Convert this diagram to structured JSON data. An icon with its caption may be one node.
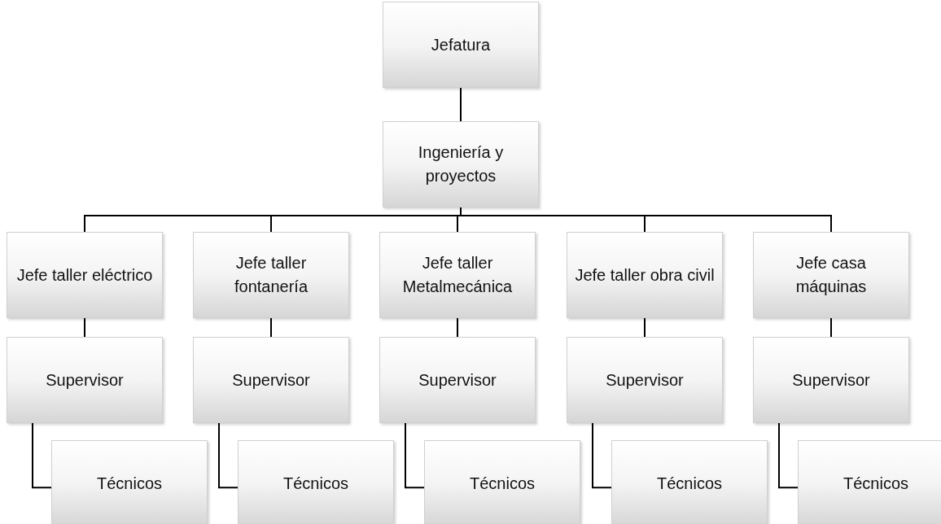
{
  "diagram": {
    "nodes": [
      {
        "text": [
          "Jefatura"
        ]
      },
      {
        "text": [
          "Ingeniería y proyectos"
        ]
      },
      {
        "text": [
          "Jefe taller eléctrico"
        ]
      },
      {
        "text": [
          "Jefe taller fontanería"
        ]
      },
      {
        "text": [
          "Jefe taller Metalmecánica"
        ]
      },
      {
        "text": [
          "Jefe taller obra civil"
        ]
      },
      {
        "text": [
          "Jefe casa máquinas"
        ]
      },
      {
        "text": [
          "Supervisor"
        ]
      },
      {
        "text": [
          "Supervisor"
        ]
      },
      {
        "text": [
          "Supervisor"
        ]
      },
      {
        "text": [
          "Supervisor"
        ]
      },
      {
        "text": [
          "Supervisor"
        ]
      },
      {
        "text": [
          "Técnicos"
        ]
      },
      {
        "text": [
          "Técnicos"
        ]
      },
      {
        "text": [
          "Técnicos"
        ]
      },
      {
        "text": [
          "Técnicos"
        ]
      },
      {
        "text": [
          "Técnicos"
        ]
      }
    ],
    "edges": [
      {
        "from": 0,
        "to": 1,
        "arrow": "none"
      },
      {
        "from": 1,
        "to": 2,
        "arrow": "none"
      },
      {
        "from": 1,
        "to": 3,
        "arrow": "none"
      },
      {
        "from": 1,
        "to": 4,
        "arrow": "none"
      },
      {
        "from": 1,
        "to": 5,
        "arrow": "none"
      },
      {
        "from": 1,
        "to": 6,
        "arrow": "none"
      },
      {
        "from": 2,
        "to": 7,
        "arrow": "none"
      },
      {
        "from": 3,
        "to": 8,
        "arrow": "none"
      },
      {
        "from": 4,
        "to": 9,
        "arrow": "none"
      },
      {
        "from": 5,
        "to": 10,
        "arrow": "none"
      },
      {
        "from": 6,
        "to": 11,
        "arrow": "none"
      },
      {
        "from": 7,
        "to": 12,
        "arrow": "none"
      },
      {
        "from": 8,
        "to": 13,
        "arrow": "none"
      },
      {
        "from": 9,
        "to": 14,
        "arrow": "none"
      },
      {
        "from": 10,
        "to": 15,
        "arrow": "none"
      },
      {
        "from": 11,
        "to": 16,
        "arrow": "none"
      }
    ]
  }
}
